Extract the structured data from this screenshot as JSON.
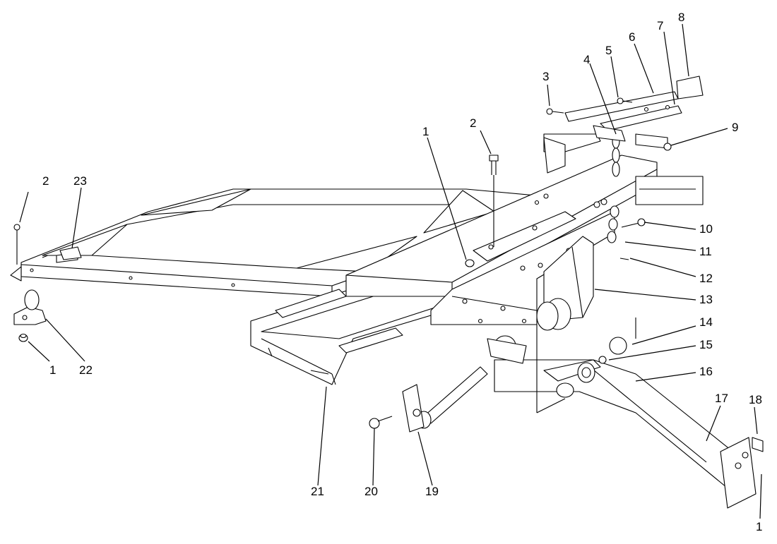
{
  "callouts": [
    {
      "label": "1"
    },
    {
      "label": "2"
    },
    {
      "label": "2"
    },
    {
      "label": "3"
    },
    {
      "label": "4"
    },
    {
      "label": "5"
    },
    {
      "label": "6"
    },
    {
      "label": "7"
    },
    {
      "label": "8"
    },
    {
      "label": "9"
    },
    {
      "label": "10"
    },
    {
      "label": "11"
    },
    {
      "label": "12"
    },
    {
      "label": "13"
    },
    {
      "label": "14"
    },
    {
      "label": "15"
    },
    {
      "label": "16"
    },
    {
      "label": "17"
    },
    {
      "label": "18"
    },
    {
      "label": "1"
    },
    {
      "label": "19"
    },
    {
      "label": "20"
    },
    {
      "label": "21"
    },
    {
      "label": "22"
    },
    {
      "label": "1"
    },
    {
      "label": "23"
    }
  ]
}
